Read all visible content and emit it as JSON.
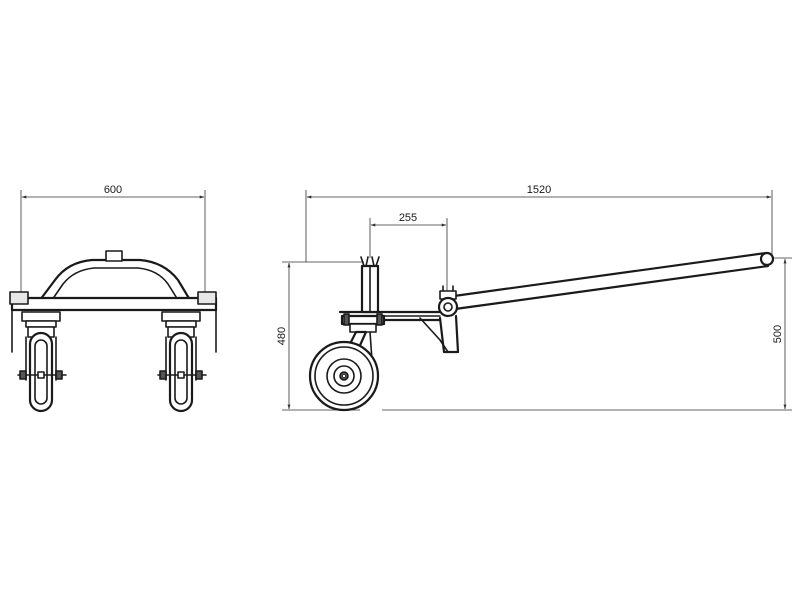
{
  "dimensions": {
    "front_width": "600",
    "overall_length": "1520",
    "mast_to_pivot": "255",
    "mast_height": "480",
    "handle_height": "500"
  },
  "colors": {
    "line": "#1a1a1a",
    "background": "#ffffff"
  }
}
